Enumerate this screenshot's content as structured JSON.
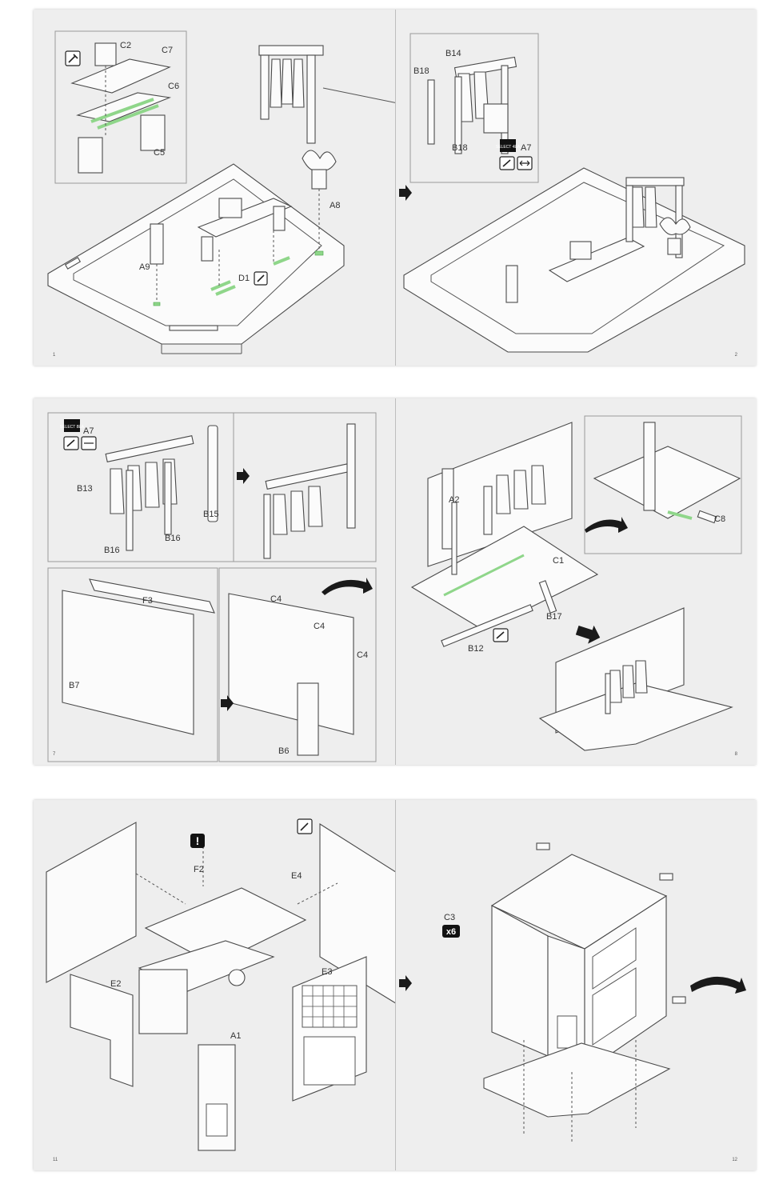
{
  "spreads": [
    {
      "left_page": 1,
      "right_page": 2,
      "labels_left": [
        "C2",
        "C7",
        "C6",
        "C5",
        "A9",
        "A8",
        "D1"
      ],
      "labels_right": [
        "B14",
        "B18",
        "B18",
        "A7"
      ],
      "select_badge": "SELECT 4EA"
    },
    {
      "left_page": 7,
      "right_page": 8,
      "labels_left": [
        "A7",
        "B13",
        "B15",
        "B16",
        "B16",
        "F3",
        "B7",
        "C4",
        "C4",
        "C4",
        "B6"
      ],
      "labels_right": [
        "A2",
        "C1",
        "C8",
        "B17",
        "B12"
      ],
      "select_badge": "SELECT 8EA"
    },
    {
      "left_page": 11,
      "right_page": 12,
      "labels_left": [
        "F2",
        "E4",
        "E2",
        "E3",
        "A1"
      ],
      "labels_right": [
        "C3"
      ],
      "count_badge": "x6",
      "warning": "!"
    }
  ],
  "colors": {
    "page": "#eeeeee",
    "glue_marker": "#8fd68a",
    "line": "#4a4a4a"
  },
  "icons": [
    "glue-tool-icon",
    "slide-arrows-icon",
    "next-step-arrow-icon",
    "rotate-arrow-icon",
    "warning-icon"
  ]
}
